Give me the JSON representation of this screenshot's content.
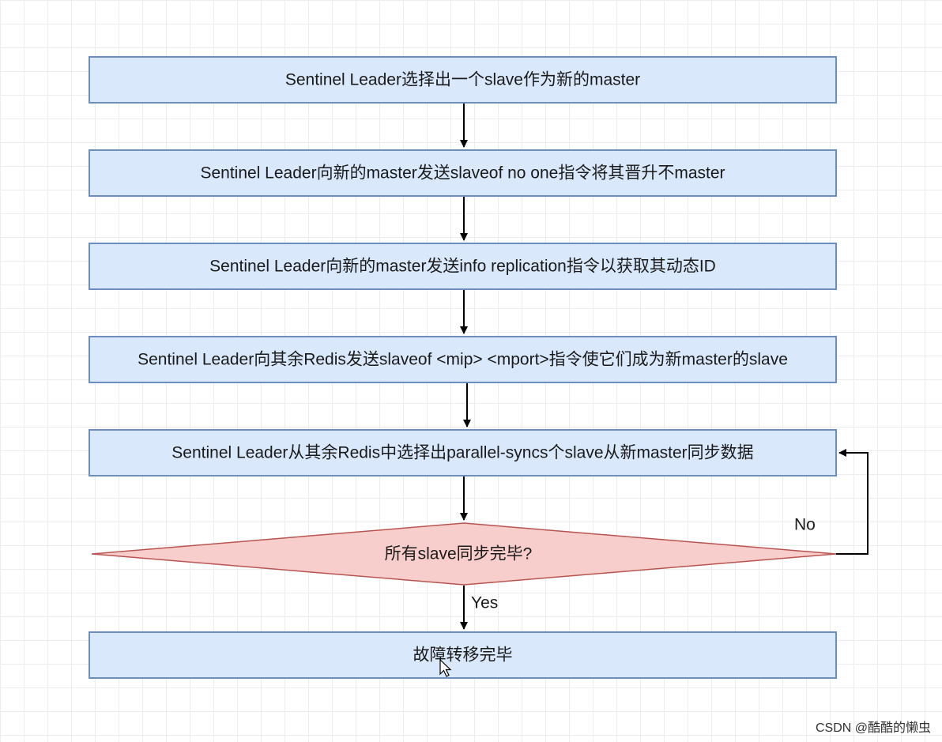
{
  "flowchart": {
    "steps": [
      {
        "id": "step1",
        "text": "Sentinel Leader选择出一个slave作为新的master"
      },
      {
        "id": "step2",
        "text": "Sentinel Leader向新的master发送slaveof no one指令将其晋升不master"
      },
      {
        "id": "step3",
        "text": "Sentinel Leader向新的master发送info replication指令以获取其动态ID"
      },
      {
        "id": "step4",
        "text": "Sentinel Leader向其余Redis发送slaveof <mip> <mport>指令使它们成为新master的slave"
      },
      {
        "id": "step5",
        "text": "Sentinel Leader从其余Redis中选择出parallel-syncs个slave从新master同步数据"
      }
    ],
    "decision": {
      "text": "所有slave同步完毕?"
    },
    "final_step": {
      "text": "故障转移完毕"
    },
    "edges": {
      "no_label": "No",
      "yes_label": "Yes"
    }
  },
  "colors": {
    "process_fill": "#dae8fc",
    "process_stroke": "#6c8ebf",
    "decision_fill": "#f8cecc",
    "decision_stroke": "#b85450"
  },
  "watermark": "CSDN @酷酷的懒虫"
}
